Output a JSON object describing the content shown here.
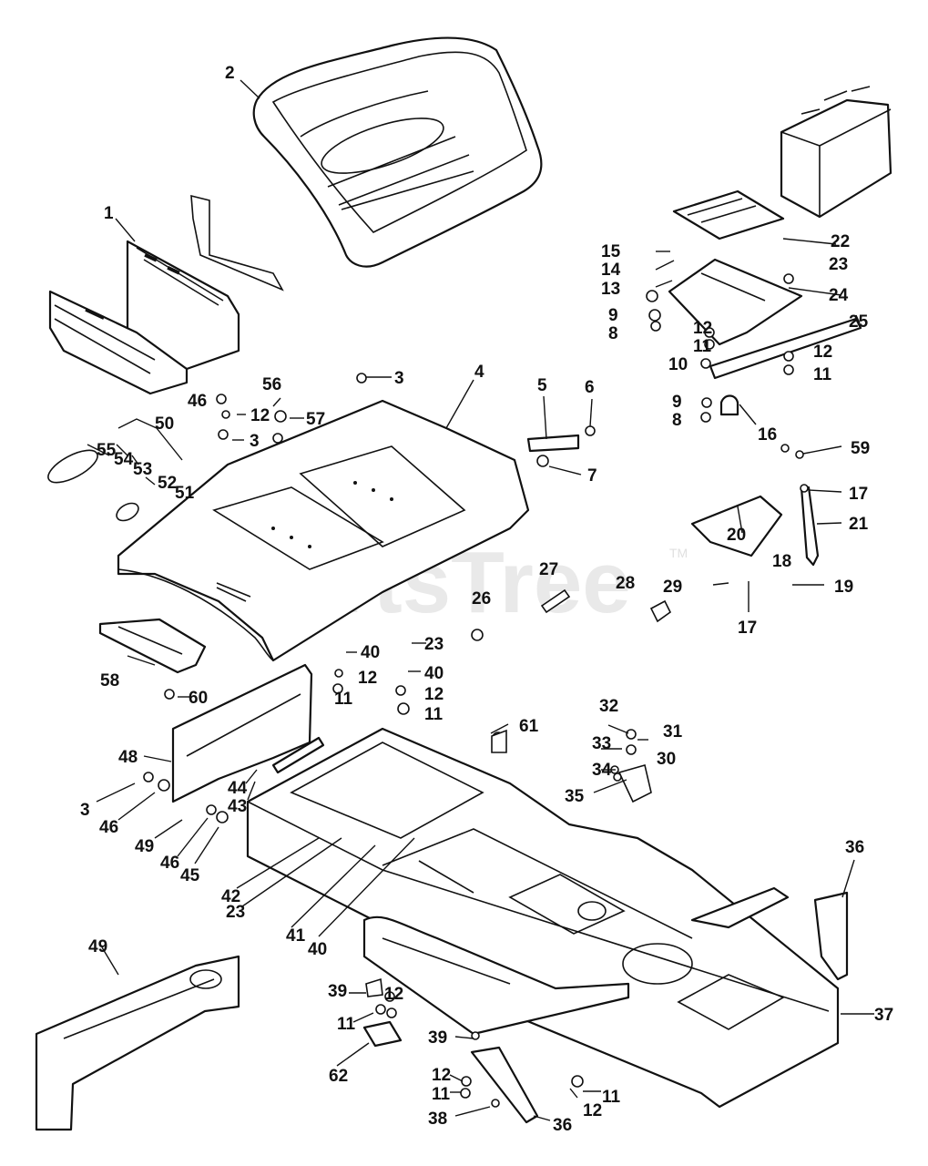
{
  "watermark": {
    "text": "PartsTree",
    "trademark": "TM"
  },
  "callouts": [
    {
      "id": "c1",
      "label": "1"
    },
    {
      "id": "c2",
      "label": "2"
    },
    {
      "id": "c3a",
      "label": "3"
    },
    {
      "id": "c3b",
      "label": "3"
    },
    {
      "id": "c3c",
      "label": "3"
    },
    {
      "id": "c4",
      "label": "4"
    },
    {
      "id": "c5",
      "label": "5"
    },
    {
      "id": "c6",
      "label": "6"
    },
    {
      "id": "c7",
      "label": "7"
    },
    {
      "id": "c8a",
      "label": "8"
    },
    {
      "id": "c8b",
      "label": "8"
    },
    {
      "id": "c9a",
      "label": "9"
    },
    {
      "id": "c9b",
      "label": "9"
    },
    {
      "id": "c10",
      "label": "10"
    },
    {
      "id": "c11a",
      "label": "11"
    },
    {
      "id": "c11b",
      "label": "11"
    },
    {
      "id": "c11c",
      "label": "11"
    },
    {
      "id": "c11d",
      "label": "11"
    },
    {
      "id": "c11e",
      "label": "11"
    },
    {
      "id": "c11f",
      "label": "11"
    },
    {
      "id": "c11g",
      "label": "11"
    },
    {
      "id": "c12a",
      "label": "12"
    },
    {
      "id": "c12b",
      "label": "12"
    },
    {
      "id": "c12c",
      "label": "12"
    },
    {
      "id": "c12d",
      "label": "12"
    },
    {
      "id": "c12e",
      "label": "12"
    },
    {
      "id": "c12f",
      "label": "12"
    },
    {
      "id": "c12g",
      "label": "12"
    },
    {
      "id": "c12h",
      "label": "12"
    },
    {
      "id": "c13",
      "label": "13"
    },
    {
      "id": "c14",
      "label": "14"
    },
    {
      "id": "c15",
      "label": "15"
    },
    {
      "id": "c16",
      "label": "16"
    },
    {
      "id": "c17a",
      "label": "17"
    },
    {
      "id": "c17b",
      "label": "17"
    },
    {
      "id": "c18",
      "label": "18"
    },
    {
      "id": "c19",
      "label": "19"
    },
    {
      "id": "c20",
      "label": "20"
    },
    {
      "id": "c21",
      "label": "21"
    },
    {
      "id": "c22",
      "label": "22"
    },
    {
      "id": "c23a",
      "label": "23"
    },
    {
      "id": "c23b",
      "label": "23"
    },
    {
      "id": "c23c",
      "label": "23"
    },
    {
      "id": "c24",
      "label": "24"
    },
    {
      "id": "c25",
      "label": "25"
    },
    {
      "id": "c26",
      "label": "26"
    },
    {
      "id": "c27",
      "label": "27"
    },
    {
      "id": "c28",
      "label": "28"
    },
    {
      "id": "c29",
      "label": "29"
    },
    {
      "id": "c30",
      "label": "30"
    },
    {
      "id": "c31",
      "label": "31"
    },
    {
      "id": "c32",
      "label": "32"
    },
    {
      "id": "c33",
      "label": "33"
    },
    {
      "id": "c34",
      "label": "34"
    },
    {
      "id": "c35",
      "label": "35"
    },
    {
      "id": "c36a",
      "label": "36"
    },
    {
      "id": "c36b",
      "label": "36"
    },
    {
      "id": "c37",
      "label": "37"
    },
    {
      "id": "c38",
      "label": "38"
    },
    {
      "id": "c39a",
      "label": "39"
    },
    {
      "id": "c39b",
      "label": "39"
    },
    {
      "id": "c40a",
      "label": "40"
    },
    {
      "id": "c40b",
      "label": "40"
    },
    {
      "id": "c40c",
      "label": "40"
    },
    {
      "id": "c41",
      "label": "41"
    },
    {
      "id": "c42",
      "label": "42"
    },
    {
      "id": "c43",
      "label": "43"
    },
    {
      "id": "c44",
      "label": "44"
    },
    {
      "id": "c45",
      "label": "45"
    },
    {
      "id": "c46a",
      "label": "46"
    },
    {
      "id": "c46b",
      "label": "46"
    },
    {
      "id": "c46c",
      "label": "46"
    },
    {
      "id": "c48",
      "label": "48"
    },
    {
      "id": "c49a",
      "label": "49"
    },
    {
      "id": "c49b",
      "label": "49"
    },
    {
      "id": "c50",
      "label": "50"
    },
    {
      "id": "c51",
      "label": "51"
    },
    {
      "id": "c52",
      "label": "52"
    },
    {
      "id": "c53",
      "label": "53"
    },
    {
      "id": "c54",
      "label": "54"
    },
    {
      "id": "c55",
      "label": "55"
    },
    {
      "id": "c56",
      "label": "56"
    },
    {
      "id": "c57",
      "label": "57"
    },
    {
      "id": "c58",
      "label": "58"
    },
    {
      "id": "c59",
      "label": "59"
    },
    {
      "id": "c60",
      "label": "60"
    },
    {
      "id": "c61",
      "label": "61"
    },
    {
      "id": "c62",
      "label": "62"
    }
  ]
}
